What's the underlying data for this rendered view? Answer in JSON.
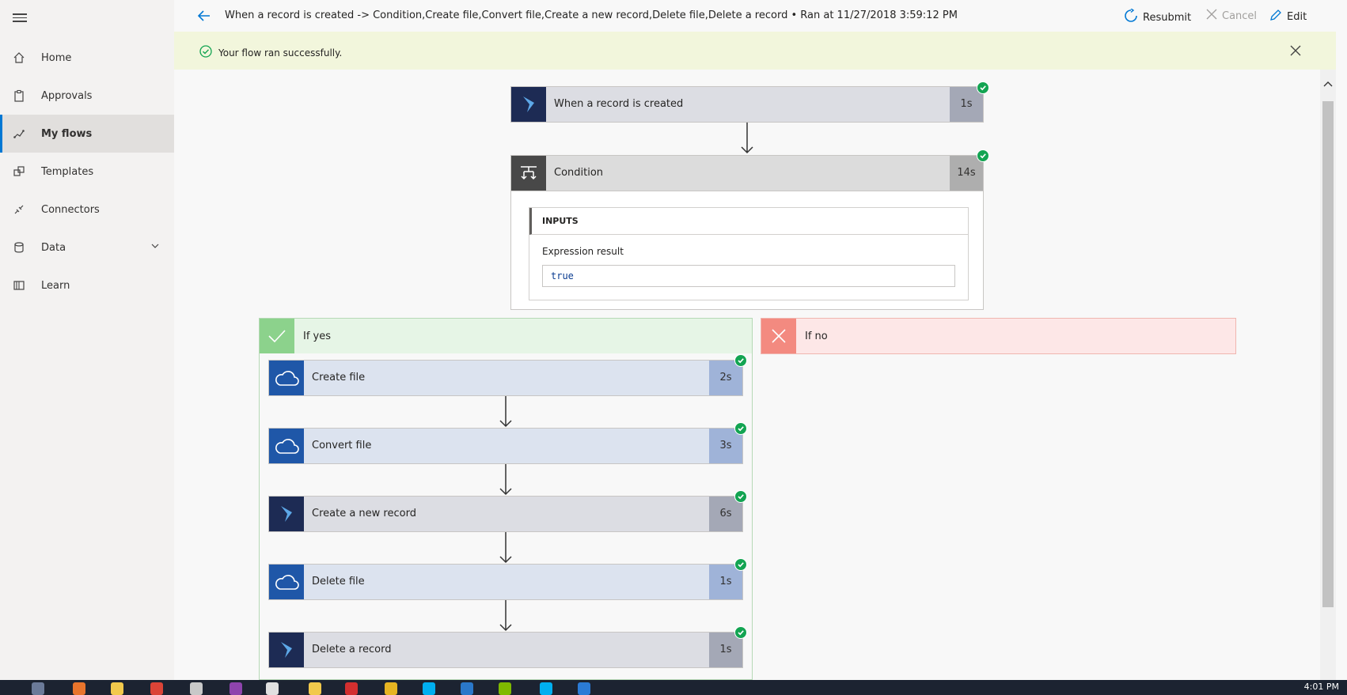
{
  "header": {
    "run_title": "When a record is created -> Condition,Create file,Convert file,Create a new record,Delete file,Delete a record • Ran at 11/27/2018 3:59:12 PM",
    "resubmit_label": "Resubmit",
    "cancel_label": "Cancel",
    "edit_label": "Edit"
  },
  "banner": {
    "message": "Your flow ran successfully."
  },
  "sidebar": {
    "items": [
      {
        "label": "Home",
        "icon": "home-icon"
      },
      {
        "label": "Approvals",
        "icon": "approvals-icon"
      },
      {
        "label": "My flows",
        "icon": "flows-icon",
        "active": true
      },
      {
        "label": "Templates",
        "icon": "templates-icon"
      },
      {
        "label": "Connectors",
        "icon": "connectors-icon"
      },
      {
        "label": "Data",
        "icon": "data-icon"
      },
      {
        "label": "Learn",
        "icon": "learn-icon"
      }
    ]
  },
  "flow": {
    "trigger": {
      "title": "When a record is created",
      "duration": "1s",
      "connector": "dynamics"
    },
    "condition": {
      "title": "Condition",
      "duration": "14s",
      "inputs_heading": "INPUTS",
      "expression_label": "Expression result",
      "expression_value": "true"
    },
    "if_yes": {
      "label": "If yes",
      "actions": [
        {
          "title": "Create file",
          "duration": "2s",
          "connector": "onedrive"
        },
        {
          "title": "Convert file",
          "duration": "3s",
          "connector": "onedrive"
        },
        {
          "title": "Create a new record",
          "duration": "6s",
          "connector": "dynamics"
        },
        {
          "title": "Delete file",
          "duration": "1s",
          "connector": "onedrive"
        },
        {
          "title": "Delete a record",
          "duration": "1s",
          "connector": "dynamics"
        }
      ]
    },
    "if_no": {
      "label": "If no"
    }
  },
  "taskbar": {
    "clock": "4:01 PM"
  },
  "colors": {
    "accent": "#0078d4",
    "success": "#13a452",
    "banner_bg": "#f2f6dc",
    "dynamics_tile": "#1d2b54",
    "onedrive_tile": "#1f57a8",
    "yes_tile": "#8cd28c",
    "no_tile": "#f38a80"
  }
}
